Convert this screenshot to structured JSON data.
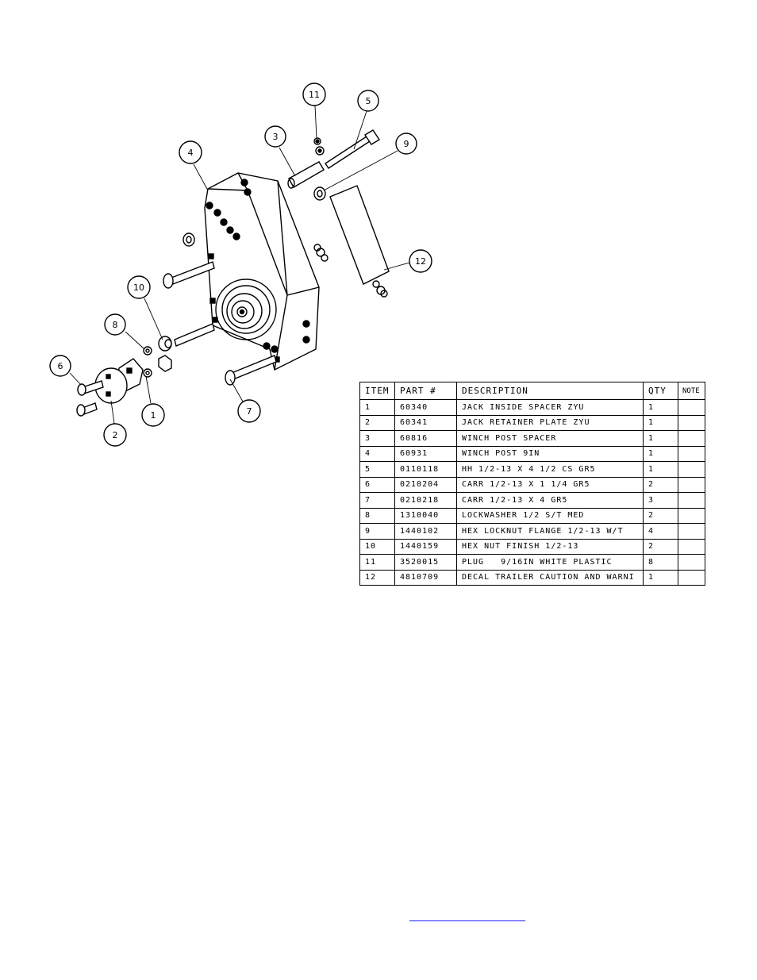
{
  "balloons": [
    "11",
    "5",
    "3",
    "9",
    "4",
    "12",
    "10",
    "8",
    "6",
    "1",
    "7",
    "2"
  ],
  "bom": {
    "headers": [
      "ITEM",
      "PART #",
      "DESCRIPTION",
      "QTY",
      "NOTE"
    ],
    "rows": [
      {
        "item": "1",
        "part": "60340",
        "description": "JACK INSIDE SPACER ZYU",
        "qty": "1",
        "note": ""
      },
      {
        "item": "2",
        "part": "60341",
        "description": "JACK RETAINER PLATE ZYU",
        "qty": "1",
        "note": ""
      },
      {
        "item": "3",
        "part": "60816",
        "description": "WINCH POST SPACER",
        "qty": "1",
        "note": ""
      },
      {
        "item": "4",
        "part": "60931",
        "description": "WINCH POST 9IN",
        "qty": "1",
        "note": ""
      },
      {
        "item": "5",
        "part": "0110118",
        "description": "HH 1/2-13 X 4 1/2 CS GR5",
        "qty": "1",
        "note": ""
      },
      {
        "item": "6",
        "part": "0210204",
        "description": "CARR 1/2-13 X 1 1/4 GR5",
        "qty": "2",
        "note": ""
      },
      {
        "item": "7",
        "part": "0210218",
        "description": "CARR 1/2-13 X 4 GR5",
        "qty": "3",
        "note": ""
      },
      {
        "item": "8",
        "part": "1310040",
        "description": "LOCKWASHER 1/2 S/T MED",
        "qty": "2",
        "note": ""
      },
      {
        "item": "9",
        "part": "1440102",
        "description": "HEX LOCKNUT FLANGE 1/2-13 W/T",
        "qty": "4",
        "note": ""
      },
      {
        "item": "10",
        "part": "1440159",
        "description": "HEX NUT FINISH 1/2-13",
        "qty": "2",
        "note": ""
      },
      {
        "item": "11",
        "part": "3520015",
        "description": "PLUG   9/16IN WHITE PLASTIC",
        "qty": "8",
        "note": ""
      },
      {
        "item": "12",
        "part": "4810709",
        "description": "DECAL TRAILER CAUTION AND WARNI",
        "qty": "1",
        "note": ""
      }
    ]
  }
}
